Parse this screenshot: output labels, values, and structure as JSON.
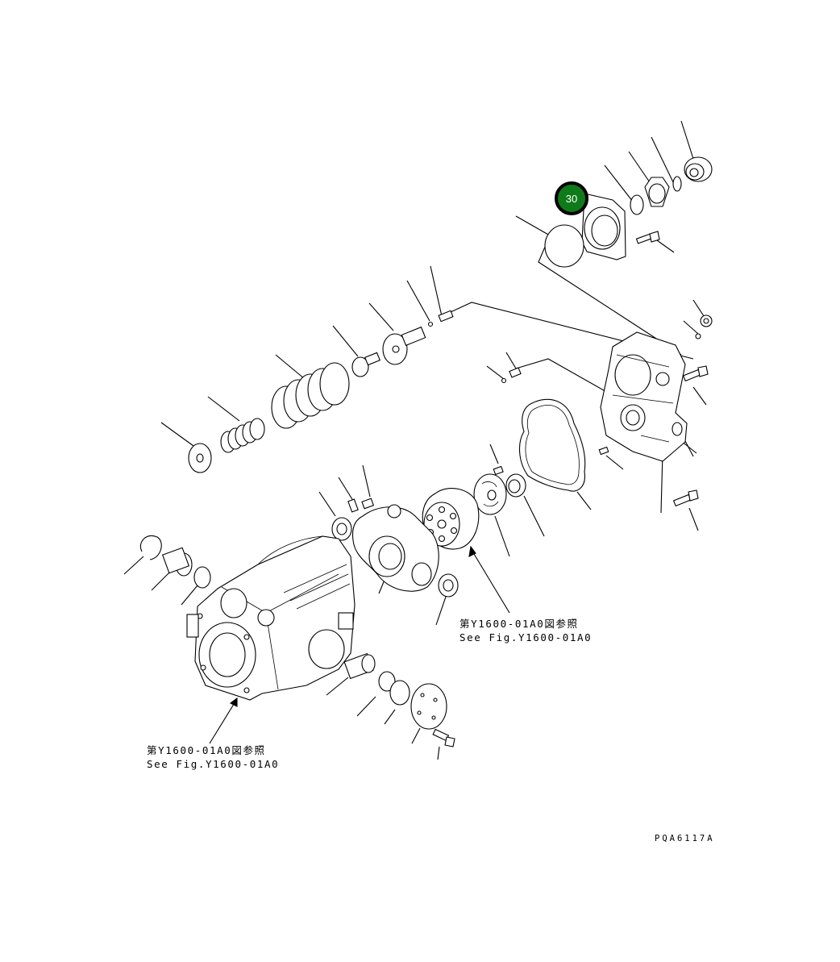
{
  "callout_badge": {
    "label": "30",
    "fill": "#0f7a1a",
    "ring": "#000000"
  },
  "references": [
    {
      "ja": "第Y1600-01A0図参照",
      "en": "See Fig.Y1600-01A0"
    },
    {
      "ja": "第Y1600-01A0図参照",
      "en": "See Fig.Y1600-01A0"
    }
  ],
  "drawing_code": "PQA6117A"
}
